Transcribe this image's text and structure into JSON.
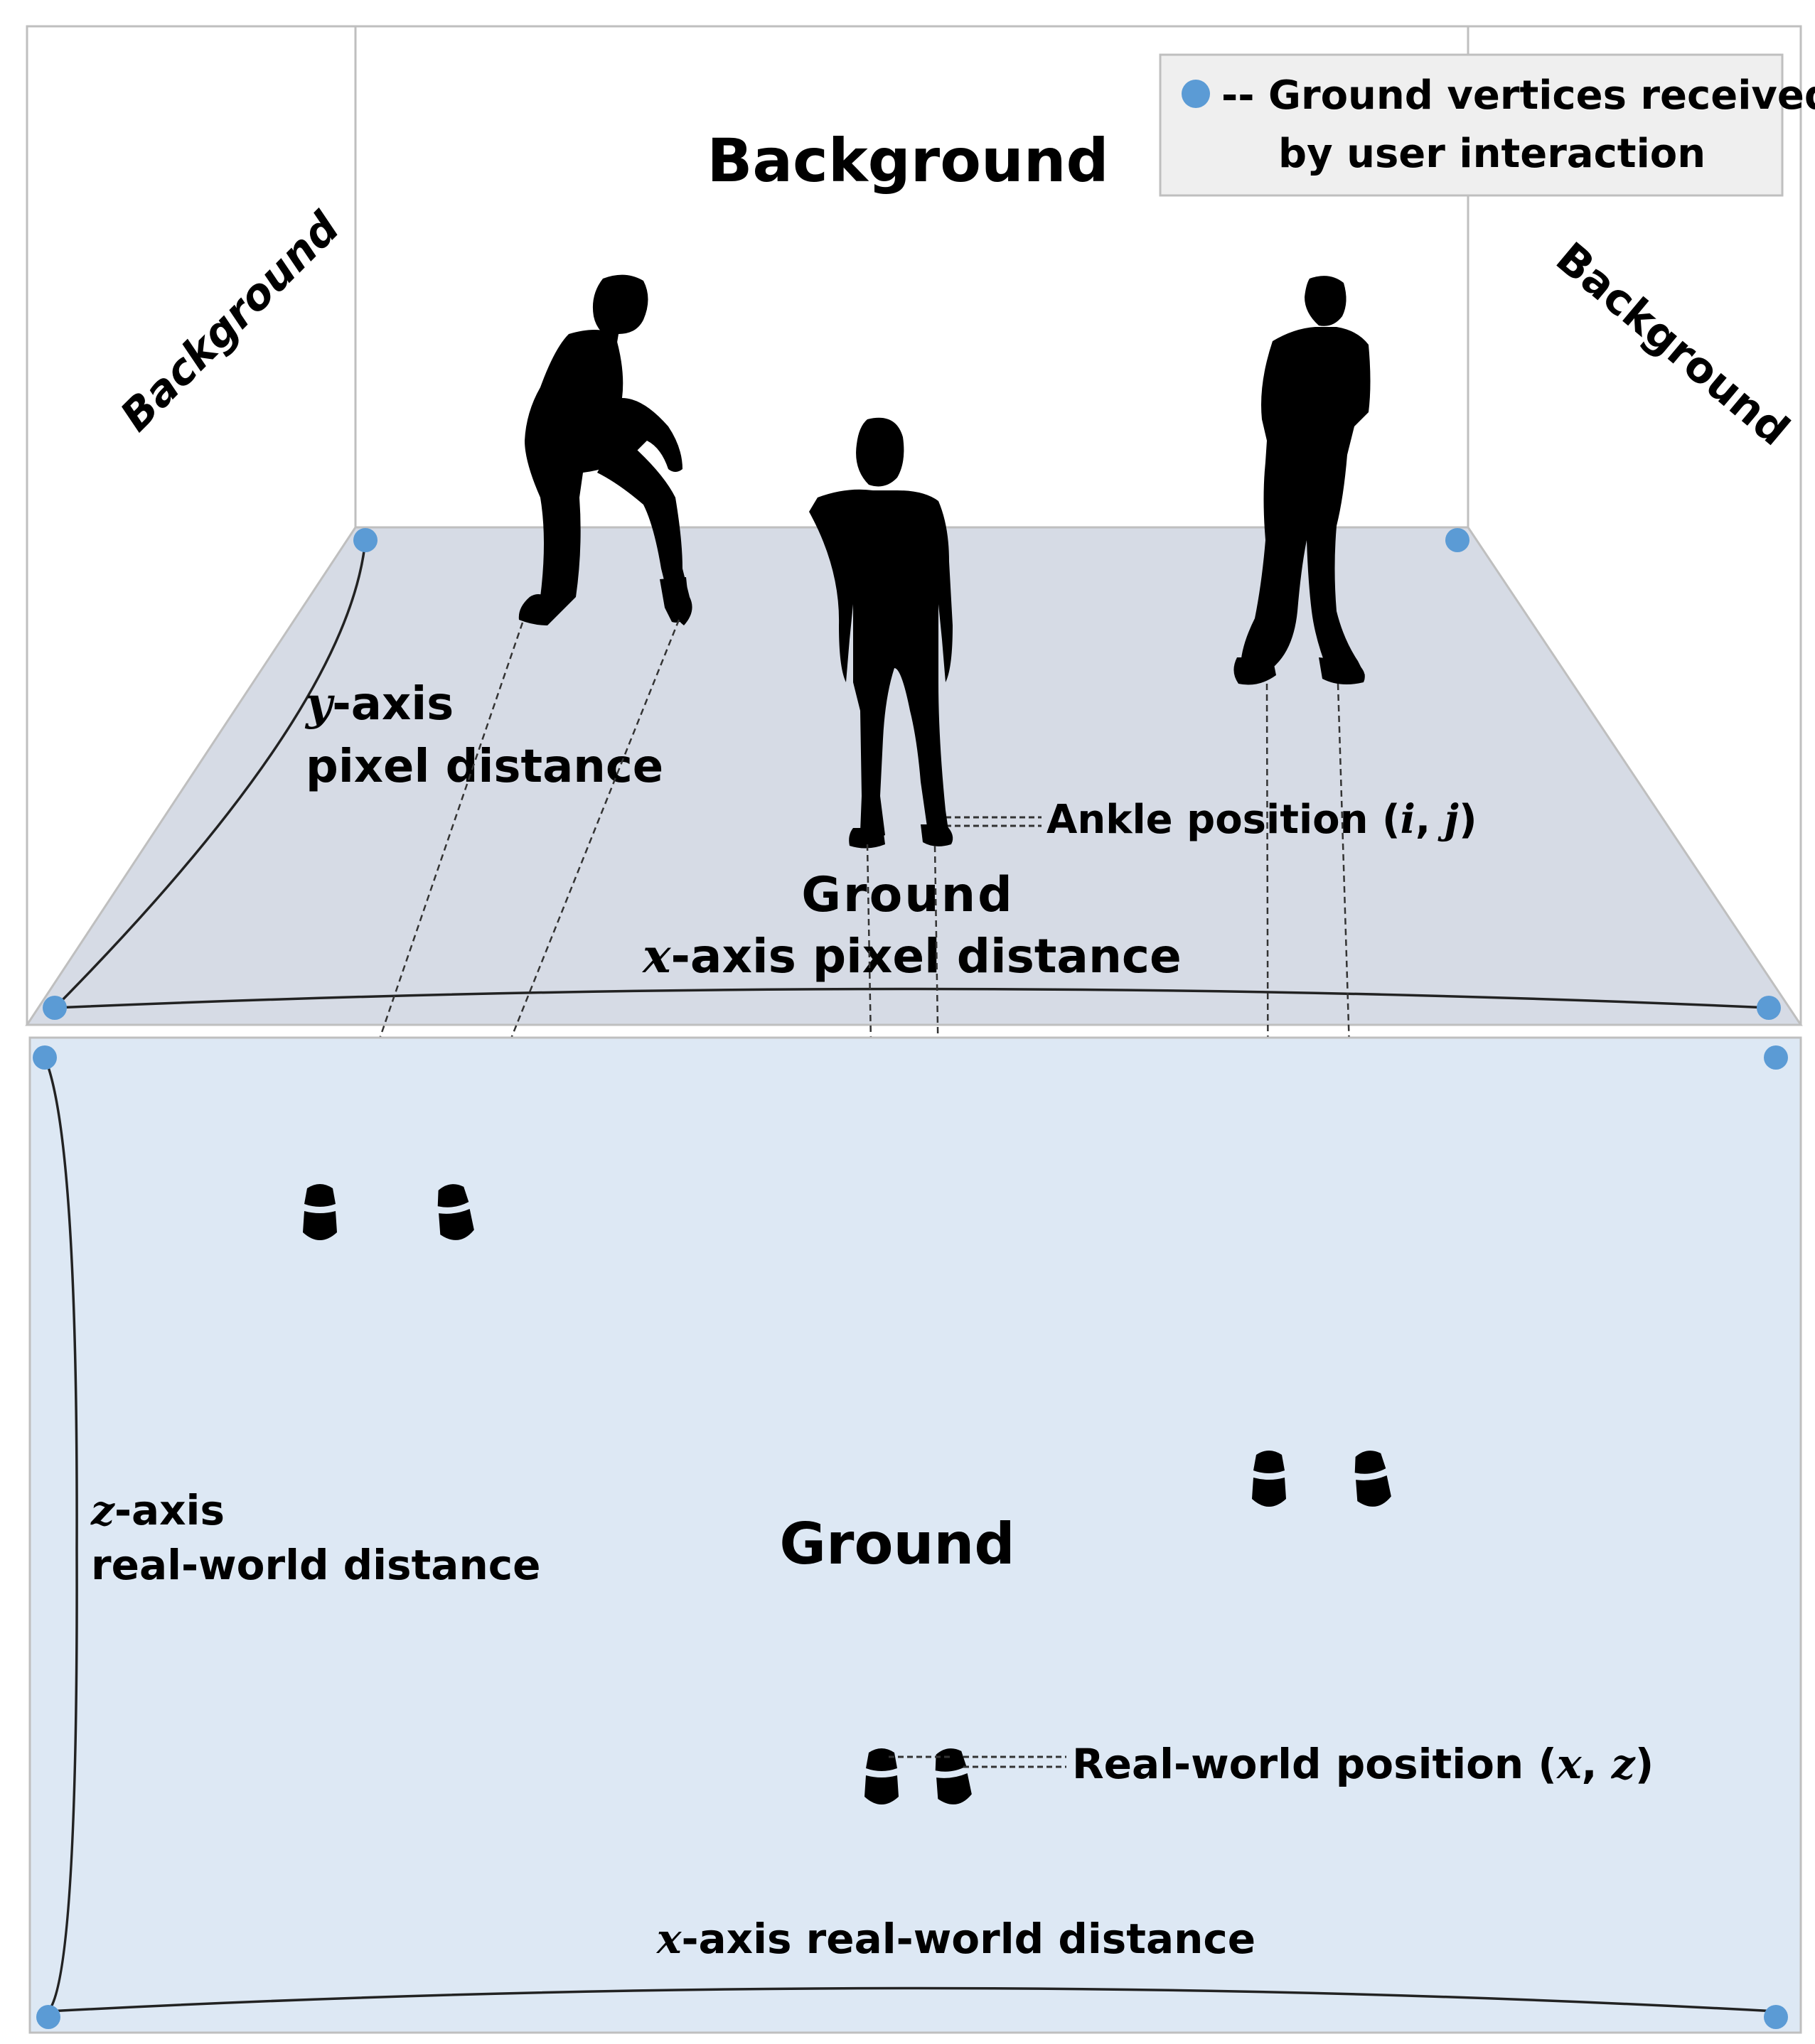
{
  "colors": {
    "upper_ground": "#d6dbe5",
    "lower_ground": "#dde8f4",
    "vertex": "#5b9bd5",
    "silhouette": "#000000",
    "legend_bg": "#efefef",
    "frame_line": "#bfbfbf"
  },
  "top_view": {
    "background_center": "Background",
    "background_left": "Background",
    "background_right": "Background",
    "ground_label": "Ground",
    "y_axis_var": "y",
    "y_axis_suffix": "-axis",
    "y_axis_line2": "pixel distance",
    "x_axis_var": "x",
    "x_axis_suffix": "-axis pixel distance",
    "ankle_prefix": "Ankle position (",
    "ankle_i": "i",
    "ankle_sep": ", ",
    "ankle_j": "j",
    "ankle_suffix": ")"
  },
  "bottom_view": {
    "ground_label": "Ground",
    "z_axis_var": "z",
    "z_axis_suffix": "-axis",
    "z_axis_line2": "real-world distance",
    "x_axis_var": "x",
    "x_axis_suffix": "-axis real-world distance",
    "pos_prefix": "Real-world position (",
    "pos_x": "x",
    "pos_sep": ", ",
    "pos_z": "z",
    "pos_suffix": ")"
  },
  "legend": {
    "line1": "-- Ground vertices received",
    "line2": "by user interaction",
    "marker_icon": "blue-dot-icon"
  }
}
